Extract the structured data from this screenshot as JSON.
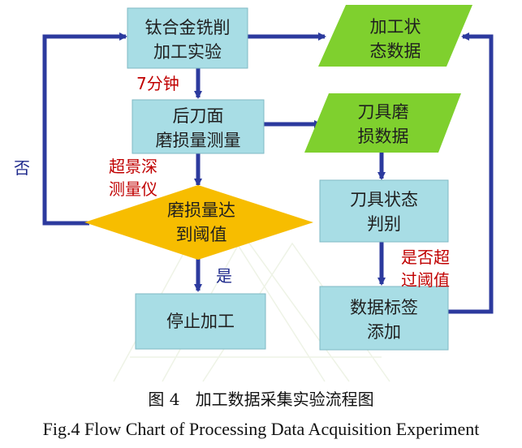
{
  "nodes": {
    "milling_experiment": [
      "钛合金铣削",
      "加工实验"
    ],
    "processing_state_data": [
      "加工状",
      "态数据"
    ],
    "flank_wear_measurement": [
      "后刀面",
      "磨损量测量"
    ],
    "tool_wear_data": [
      "刀具磨",
      "损数据"
    ],
    "wear_threshold_decision": [
      "磨损量达",
      "到阈值"
    ],
    "tool_state_discrimination": [
      "刀具状态",
      "判别"
    ],
    "stop_processing": [
      "停止加工"
    ],
    "data_label_adding": [
      "数据标签",
      "添加"
    ]
  },
  "annotations": {
    "interval": "7分钟",
    "instrument": [
      "超景深",
      "测量仪"
    ],
    "no": "否",
    "yes": "是",
    "exceed_threshold": [
      "是否超",
      "过阈值"
    ]
  },
  "caption": {
    "chinese": "图 4   加工数据采集实验流程图",
    "english": "Fig.4 Flow Chart of Processing Data Acquisition Experiment"
  },
  "colors": {
    "process_box": "#a8dde5",
    "data_parallelogram": "#7fd02e",
    "decision_diamond": "#f7bd00",
    "arrow": "#2c3a9e"
  }
}
